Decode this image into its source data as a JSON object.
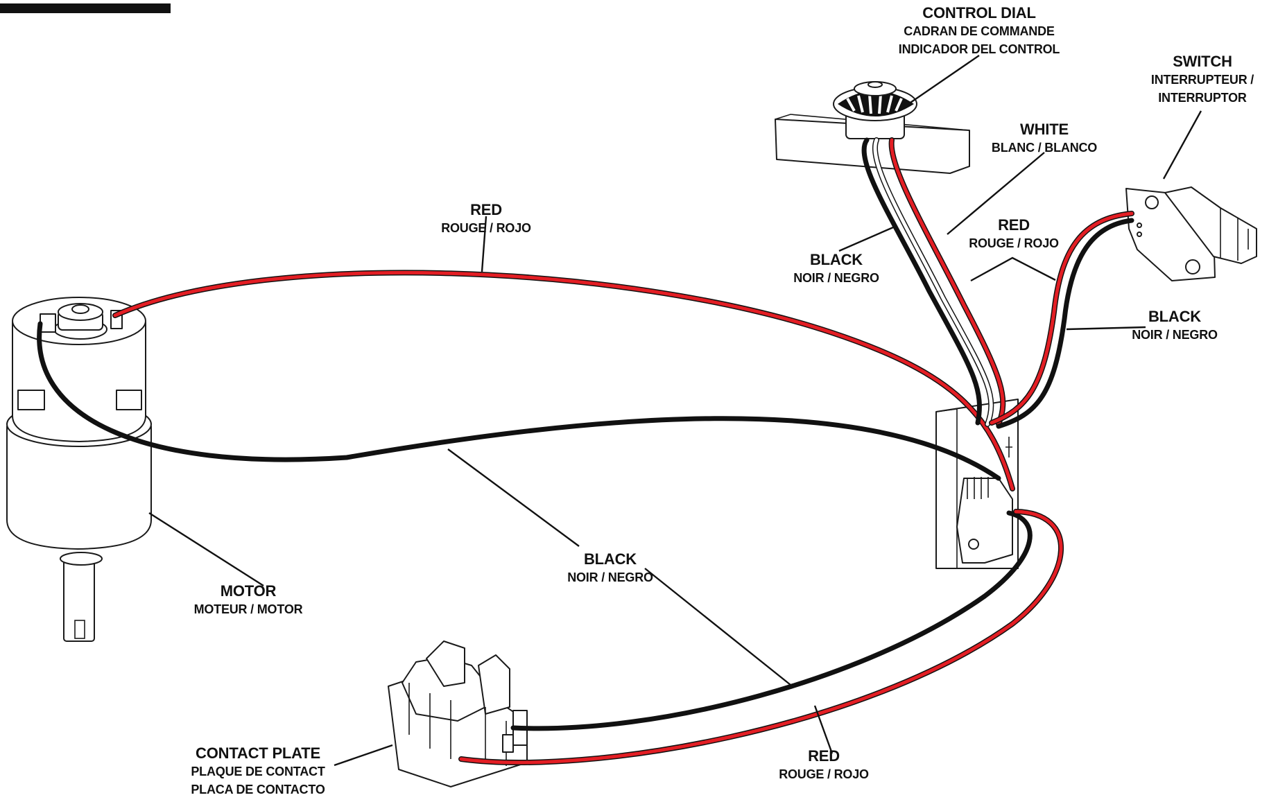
{
  "labels": {
    "control_dial": {
      "line1": "CONTROL DIAL",
      "line2": "CADRAN DE COMMANDE",
      "line3": "INDICADOR DEL CONTROL"
    },
    "switch": {
      "line1": "SWITCH",
      "line2": "INTERRUPTEUR /",
      "line3": "INTERRUPTOR"
    },
    "white": {
      "line1": "WHITE",
      "line2": "BLANC / BLANCO"
    },
    "red_top": {
      "line1": "RED",
      "line2": "ROUGE / ROJO"
    },
    "red_right": {
      "line1": "RED",
      "line2": "ROUGE / ROJO"
    },
    "black_dial": {
      "line1": "BLACK",
      "line2": "NOIR / NEGRO"
    },
    "black_switch": {
      "line1": "BLACK",
      "line2": "NOIR / NEGRO"
    },
    "black_center": {
      "line1": "BLACK",
      "line2": "NOIR / NEGRO"
    },
    "motor": {
      "line1": "MOTOR",
      "line2": "MOTEUR / MOTOR"
    },
    "contact_plate": {
      "line1": "CONTACT PLATE",
      "line2": "PLAQUE DE CONTACT",
      "line3": "PLACA DE CONTACTO"
    },
    "red_bottom": {
      "line1": "RED",
      "line2": "ROUGE / ROJO"
    }
  },
  "colors": {
    "red_wire": "#e31e24",
    "black_wire": "#111111",
    "white_wire": "#ffffff"
  }
}
